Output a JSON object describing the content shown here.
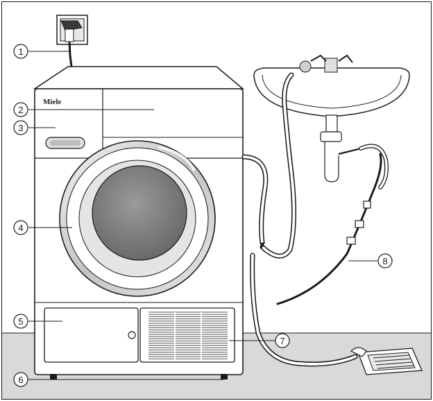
{
  "brand_label": "Miele",
  "callouts": [
    {
      "num": "1",
      "part": "power-plug-socket"
    },
    {
      "num": "2",
      "part": "control-panel"
    },
    {
      "num": "3",
      "part": "drawer-handle"
    },
    {
      "num": "4",
      "part": "door"
    },
    {
      "num": "5",
      "part": "heat-exchanger-access-panel"
    },
    {
      "num": "6",
      "part": "adjustable-feet"
    },
    {
      "num": "7",
      "part": "air-intake-grille"
    },
    {
      "num": "8",
      "part": "drain-hose"
    }
  ],
  "colors": {
    "line": "#1a1a1a",
    "floor": "#d9d9d9",
    "drum_glass": "#7a7a7a",
    "drum_ring": "#c8c8c8",
    "background": "#ffffff"
  }
}
